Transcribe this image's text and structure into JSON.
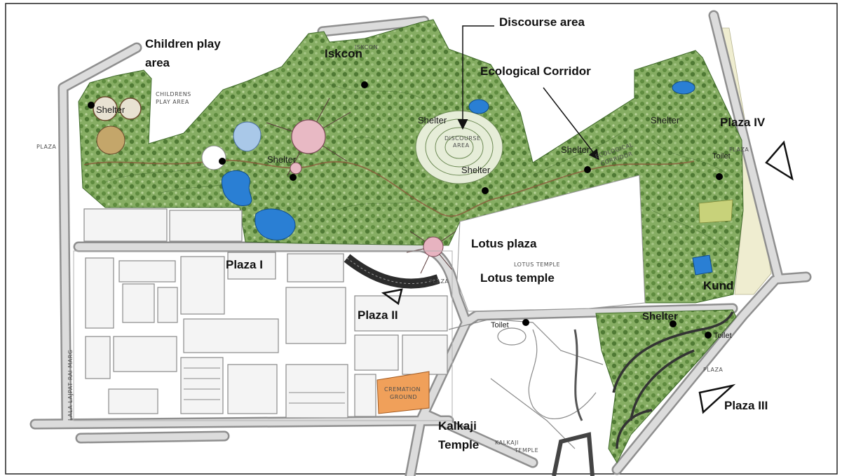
{
  "map": {
    "feature_labels": {
      "discourse_area": "Discourse area",
      "children_play_area_1": "Children play",
      "children_play_area_2": "area",
      "iskcon": "Iskcon",
      "ecological_corridor": "Ecological Corridor",
      "plaza_iv": "Plaza IV",
      "lotus_plaza": "Lotus plaza",
      "lotus_temple": "Lotus temple",
      "plaza_i": "Plaza I",
      "plaza_ii": "Plaza II",
      "kund": "Kund",
      "plaza_iii": "Plaza III",
      "kalkaji_temple_1": "Kalkaji",
      "kalkaji_temple_2": "Temple"
    },
    "shelter_labels": [
      "Shelter",
      "Shelter",
      "Shelter",
      "Shelter",
      "Shelter",
      "Shelter",
      "Shelter"
    ],
    "toilet_labels": [
      "Toilet",
      "Toilet",
      "Toilet"
    ],
    "plan_annotations": {
      "childrens_play_area_1": "CHILDRENS",
      "childrens_play_area_2": "PLAY AREA",
      "iskcon": "ISKCON",
      "discourse_area_1": "DISCOURSE",
      "discourse_area_2": "AREA",
      "ecological_corridor_1": "ECOLOGICAL",
      "ecological_corridor_2": "CORRIDOR",
      "lotus_temple": "LOTUS TEMPLE",
      "cremation_ground_1": "CREMATION",
      "cremation_ground_2": "GROUND",
      "kalkaji_temple_1": "KALKAJI",
      "kalkaji_temple_2": "TEMPLE",
      "plaza": [
        "PLAZA",
        "PLAZA",
        "PLAZA",
        "PLAZA"
      ],
      "road_west": "LALA LAJPAT RAI MARG"
    },
    "colors": {
      "park_green": "#86ad63",
      "water_blue": "#2a7fd4",
      "cremation_orange": "#f0a05a",
      "road_gray": "#dcdcdc"
    }
  }
}
